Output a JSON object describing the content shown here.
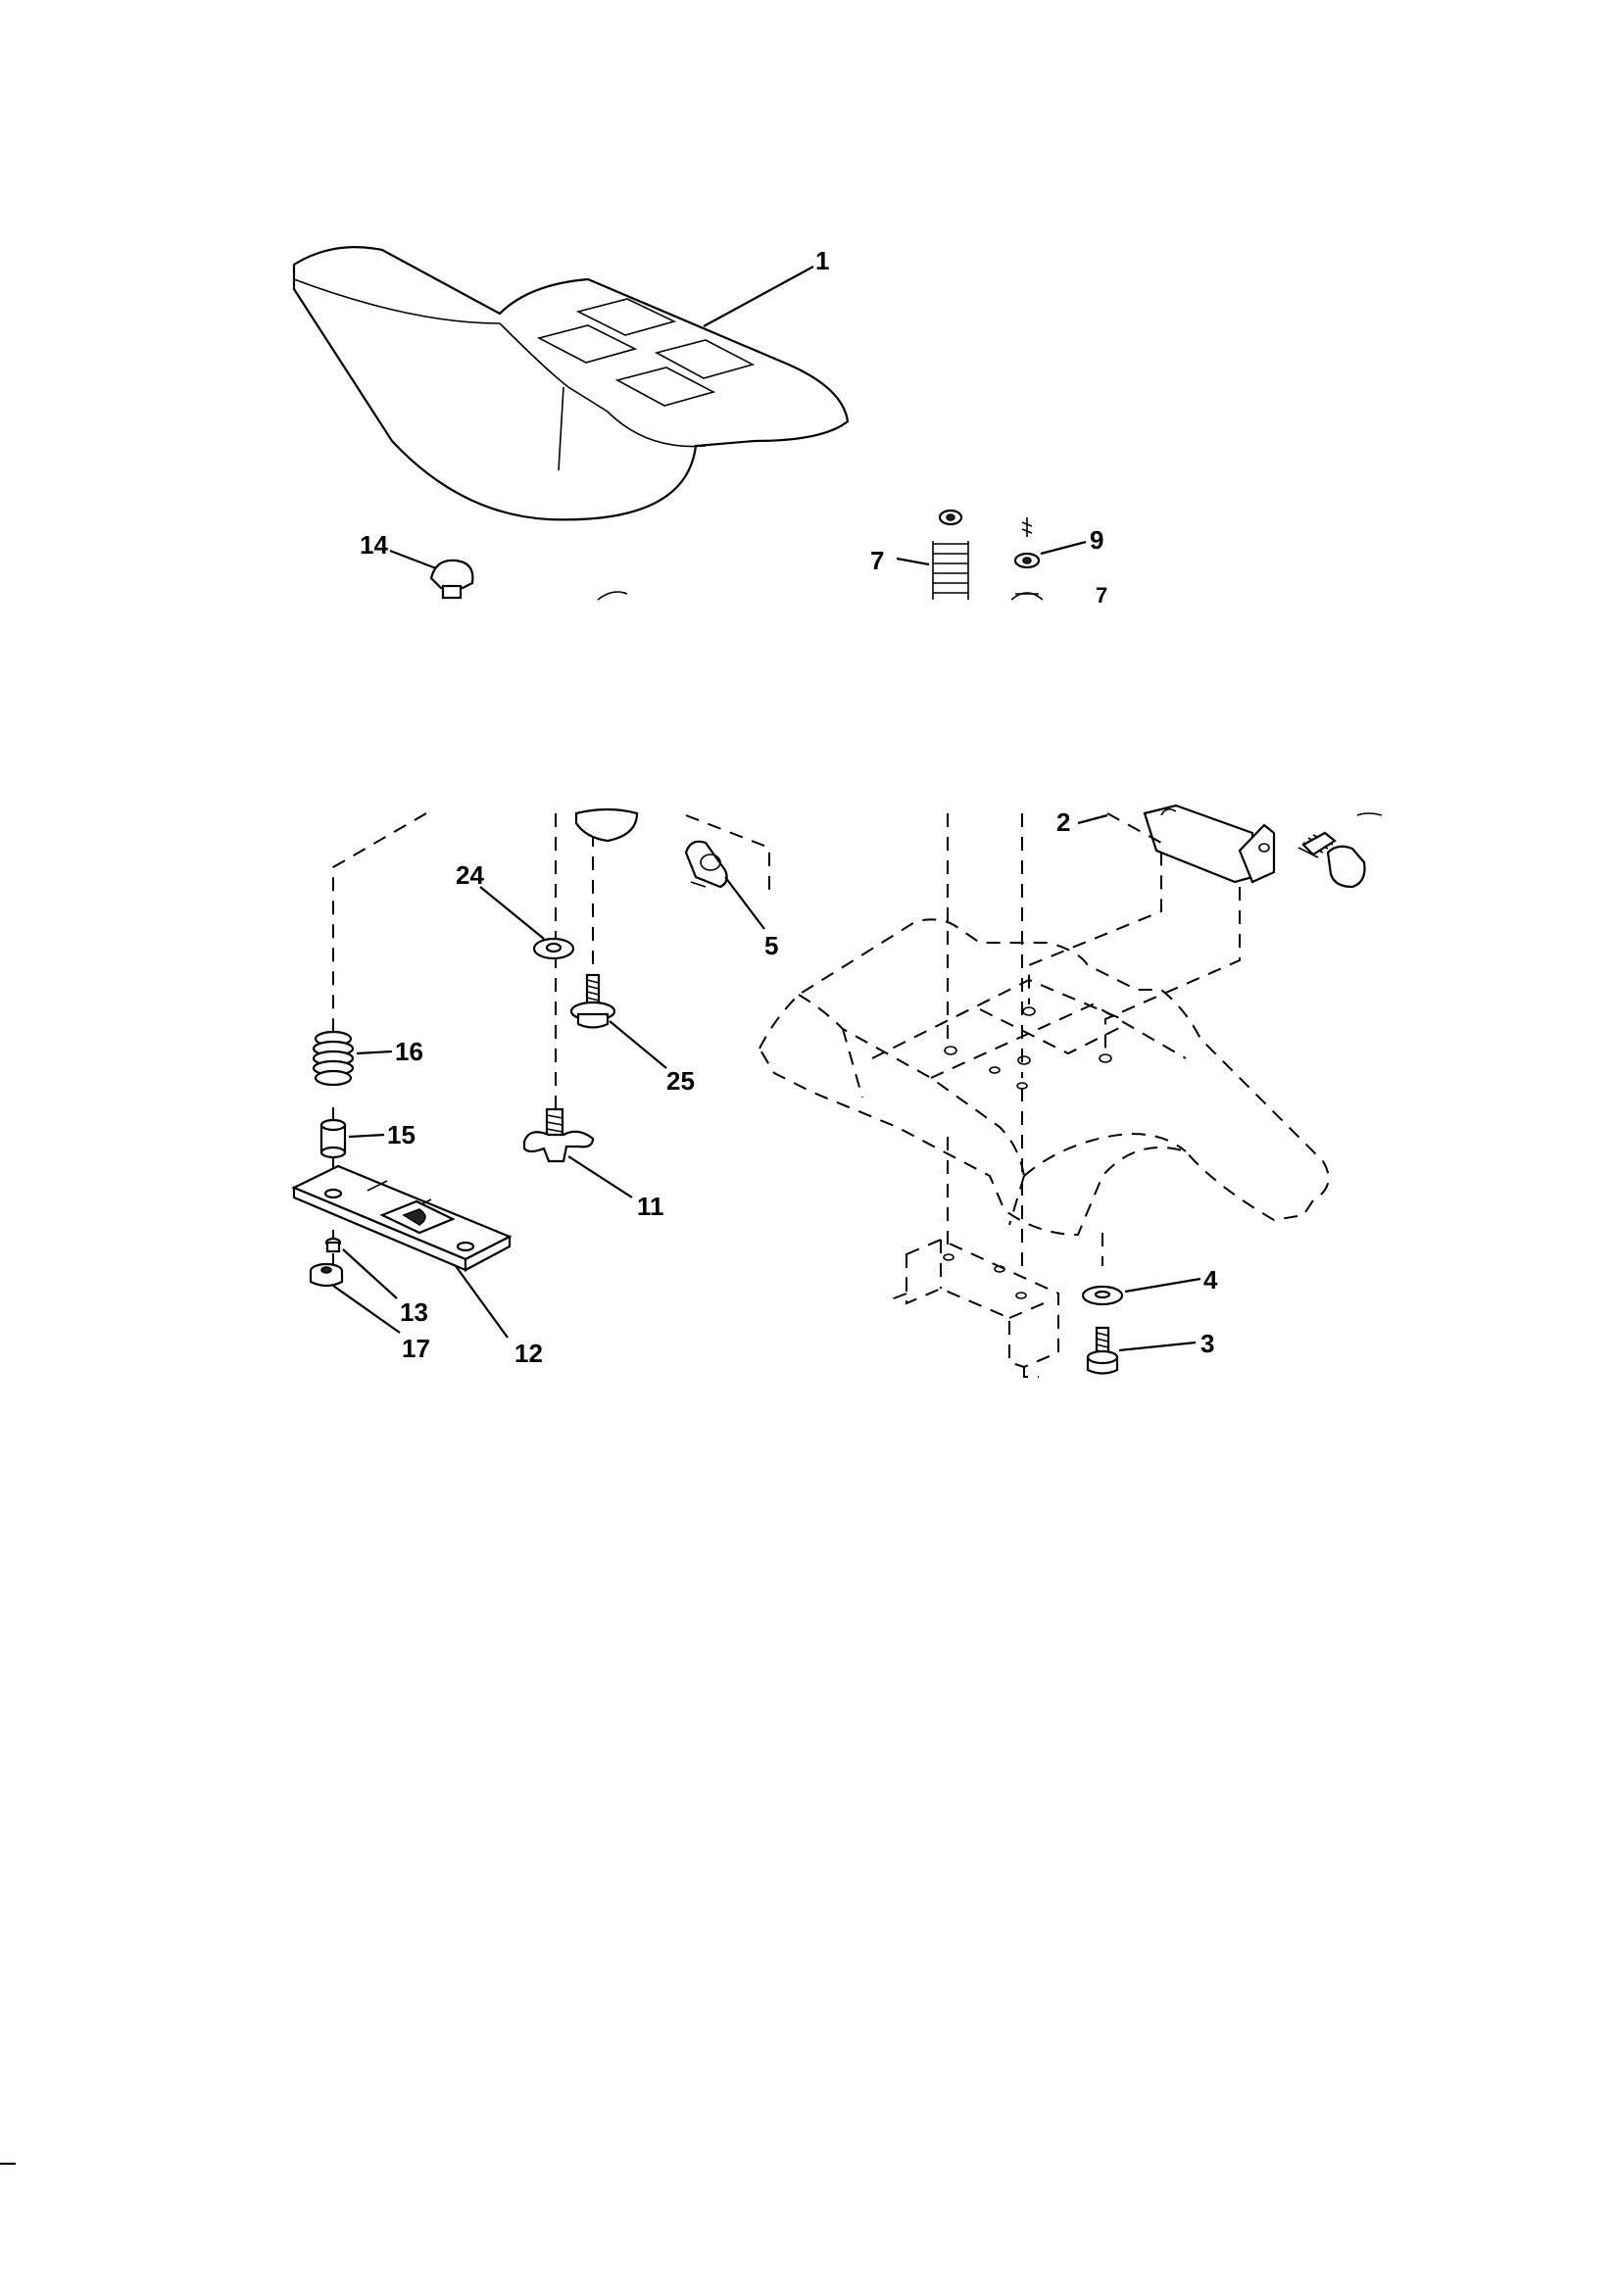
{
  "diagram": {
    "callouts": [
      {
        "id": "1",
        "text": "1"
      },
      {
        "id": "14",
        "text": "14"
      },
      {
        "id": "7a",
        "text": "7"
      },
      {
        "id": "9",
        "text": "9"
      },
      {
        "id": "7b",
        "text": "7"
      },
      {
        "id": "2",
        "text": "2"
      },
      {
        "id": "24",
        "text": "24"
      },
      {
        "id": "5",
        "text": "5"
      },
      {
        "id": "25",
        "text": "25"
      },
      {
        "id": "16",
        "text": "16"
      },
      {
        "id": "15",
        "text": "15"
      },
      {
        "id": "11",
        "text": "11"
      },
      {
        "id": "13",
        "text": "13"
      },
      {
        "id": "17",
        "text": "17"
      },
      {
        "id": "12",
        "text": "12"
      },
      {
        "id": "4",
        "text": "4"
      },
      {
        "id": "3",
        "text": "3"
      }
    ],
    "parts": [
      "seat",
      "pan-head-screw",
      "spring",
      "washer",
      "bolt",
      "knob",
      "slide-plate",
      "spacer",
      "nut",
      "clip",
      "seat-pan-frame",
      "bracket"
    ]
  }
}
